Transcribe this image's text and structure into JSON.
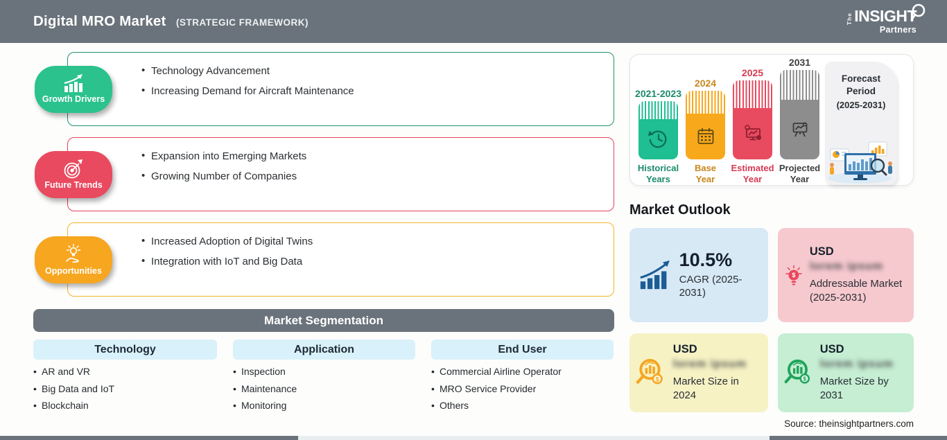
{
  "header": {
    "title": "Digital MRO Market",
    "subtitle": "(STRATEGIC FRAMEWORK)",
    "logo": {
      "the": "The",
      "insight": "INSIGHT",
      "partners": "Partners"
    }
  },
  "colors": {
    "header_gray": "#6A737B",
    "growth_green": "#2BC28E",
    "trends_red": "#E94A5F",
    "opportunities_orange": "#F7A61F",
    "segment_header_blue": "#D9F1FA",
    "card_blue": "#D7E9F5",
    "card_pink": "#F6C9CF",
    "card_yellow": "#F6F2C4",
    "card_green": "#C5EED3"
  },
  "framework": {
    "sections": [
      {
        "label": "Growth Drivers",
        "icon": "growth-chart-icon",
        "fill": "#2BC28E",
        "bullets": [
          "Technology Advancement",
          "Increasing Demand for Aircraft Maintenance"
        ]
      },
      {
        "label": "Future Trends",
        "icon": "target-dart-icon",
        "fill": "#E94A5F",
        "bullets": [
          "Expansion into Emerging Markets",
          "Growing Number of Companies"
        ]
      },
      {
        "label": "Opportunities",
        "icon": "idea-hand-icon",
        "fill": "#F7A61F",
        "bullets": [
          "Increased Adoption of Digital Twins",
          "Integration with IoT and Big Data"
        ]
      }
    ]
  },
  "segmentation": {
    "title": "Market Segmentation",
    "columns": [
      {
        "header": "Technology",
        "items": [
          "AR and VR",
          "Big Data and IoT",
          "Blockchain"
        ]
      },
      {
        "header": "Application",
        "items": [
          "Inspection",
          "Maintenance",
          "Monitoring"
        ]
      },
      {
        "header": "End User",
        "items": [
          "Commercial Airline Operator",
          "MRO Service Provider",
          "Others"
        ]
      }
    ]
  },
  "timeline": {
    "bars": [
      {
        "year": "2021-2023",
        "caption_line1": "Historical",
        "caption_line2": "Years",
        "color": "#1FBE93",
        "icon": "clock-history-icon"
      },
      {
        "year": "2024",
        "caption_line1": "Base",
        "caption_line2": "Year",
        "color": "#F7A81B",
        "icon": "calendar-icon"
      },
      {
        "year": "2025",
        "caption_line1": "Estimated",
        "caption_line2": "Year",
        "color": "#E84A5F",
        "icon": "analysis-monitor-icon"
      },
      {
        "year": "2031",
        "caption_line1": "Projected",
        "caption_line2": "Year",
        "color": "#8D8D8D",
        "icon": "presentation-chart-icon"
      }
    ],
    "forecast": {
      "title_line1": "Forecast",
      "title_line2": "Period",
      "range": "(2025-2031)"
    }
  },
  "outlook": {
    "title": "Market Outlook",
    "cards": [
      {
        "value": "10.5%",
        "label": "CAGR (2025-2031)",
        "icon": "bar-growth-icon",
        "bg": "#D7E9F5"
      },
      {
        "currency": "USD",
        "blurred_value": "lorem ipsum",
        "label": "Addressable Market (2025-2031)",
        "icon": "dollar-bulb-icon",
        "bg": "#F6C9CF"
      },
      {
        "currency": "USD",
        "blurred_value": "lorem ipsum",
        "label": "Market Size in 2024",
        "icon": "market-magnifier-orange-icon",
        "bg": "#F6F2C4"
      },
      {
        "currency": "USD",
        "blurred_value": "lorem ipsum",
        "label": "Market Size by 2031",
        "icon": "market-magnifier-green-icon",
        "bg": "#C5EED3"
      }
    ],
    "source": "Source: theinsightpartners.com"
  }
}
